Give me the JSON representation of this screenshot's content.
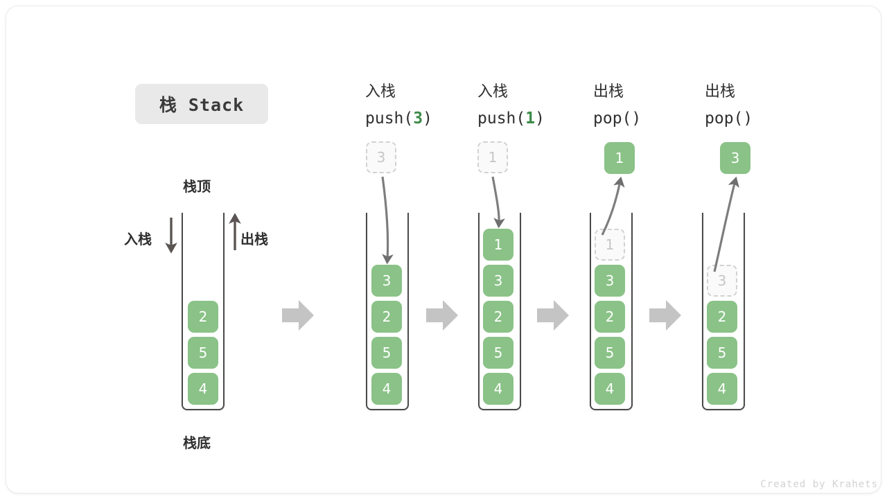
{
  "title_chip": {
    "label": "栈 Stack"
  },
  "legend": {
    "top_label": "栈顶",
    "bottom_label": "栈底",
    "push_label": "入栈",
    "pop_label": "出栈"
  },
  "footer": {
    "credit": "Created by Krahets"
  },
  "colors": {
    "cell_fill": "#8ac287",
    "cell_text": "#ffffff",
    "ghost_border": "#d2d2d2",
    "ghost_text": "#c6c6c6",
    "accent_green": "#3c8a47",
    "container_stroke": "#4a4a4a",
    "step_arrow": "#c4c4c4",
    "chip_bg": "#e9e9e9"
  },
  "steps": [
    {
      "id": "initial",
      "op_cjk": "",
      "op_code": "",
      "op_arg": "",
      "cells": [
        "2",
        "5",
        "4"
      ],
      "floating": null
    },
    {
      "id": "push-3",
      "op_cjk": "入栈",
      "op_code_prefix": "push(",
      "op_arg": "3",
      "op_code_suffix": ")",
      "cells": [
        "3",
        "2",
        "5",
        "4"
      ],
      "floating": {
        "value": "3",
        "style": "ghost",
        "direction": "down"
      }
    },
    {
      "id": "push-1",
      "op_cjk": "入栈",
      "op_code_prefix": "push(",
      "op_arg": "1",
      "op_code_suffix": ")",
      "cells": [
        "1",
        "3",
        "2",
        "5",
        "4"
      ],
      "floating": {
        "value": "1",
        "style": "ghost",
        "direction": "down"
      }
    },
    {
      "id": "pop-1",
      "op_cjk": "出栈",
      "op_code_prefix": "pop(",
      "op_arg": "",
      "op_code_suffix": ")",
      "cells": [
        "1",
        "3",
        "2",
        "5",
        "4"
      ],
      "ghost_index": 0,
      "floating": {
        "value": "1",
        "style": "solid",
        "direction": "up"
      }
    },
    {
      "id": "pop-3",
      "op_cjk": "出栈",
      "op_code_prefix": "pop(",
      "op_arg": "",
      "op_code_suffix": ")",
      "cells": [
        "3",
        "2",
        "5",
        "4"
      ],
      "ghost_index": 0,
      "floating": {
        "value": "3",
        "style": "solid",
        "direction": "up"
      }
    }
  ],
  "step_arrow_count": 4
}
